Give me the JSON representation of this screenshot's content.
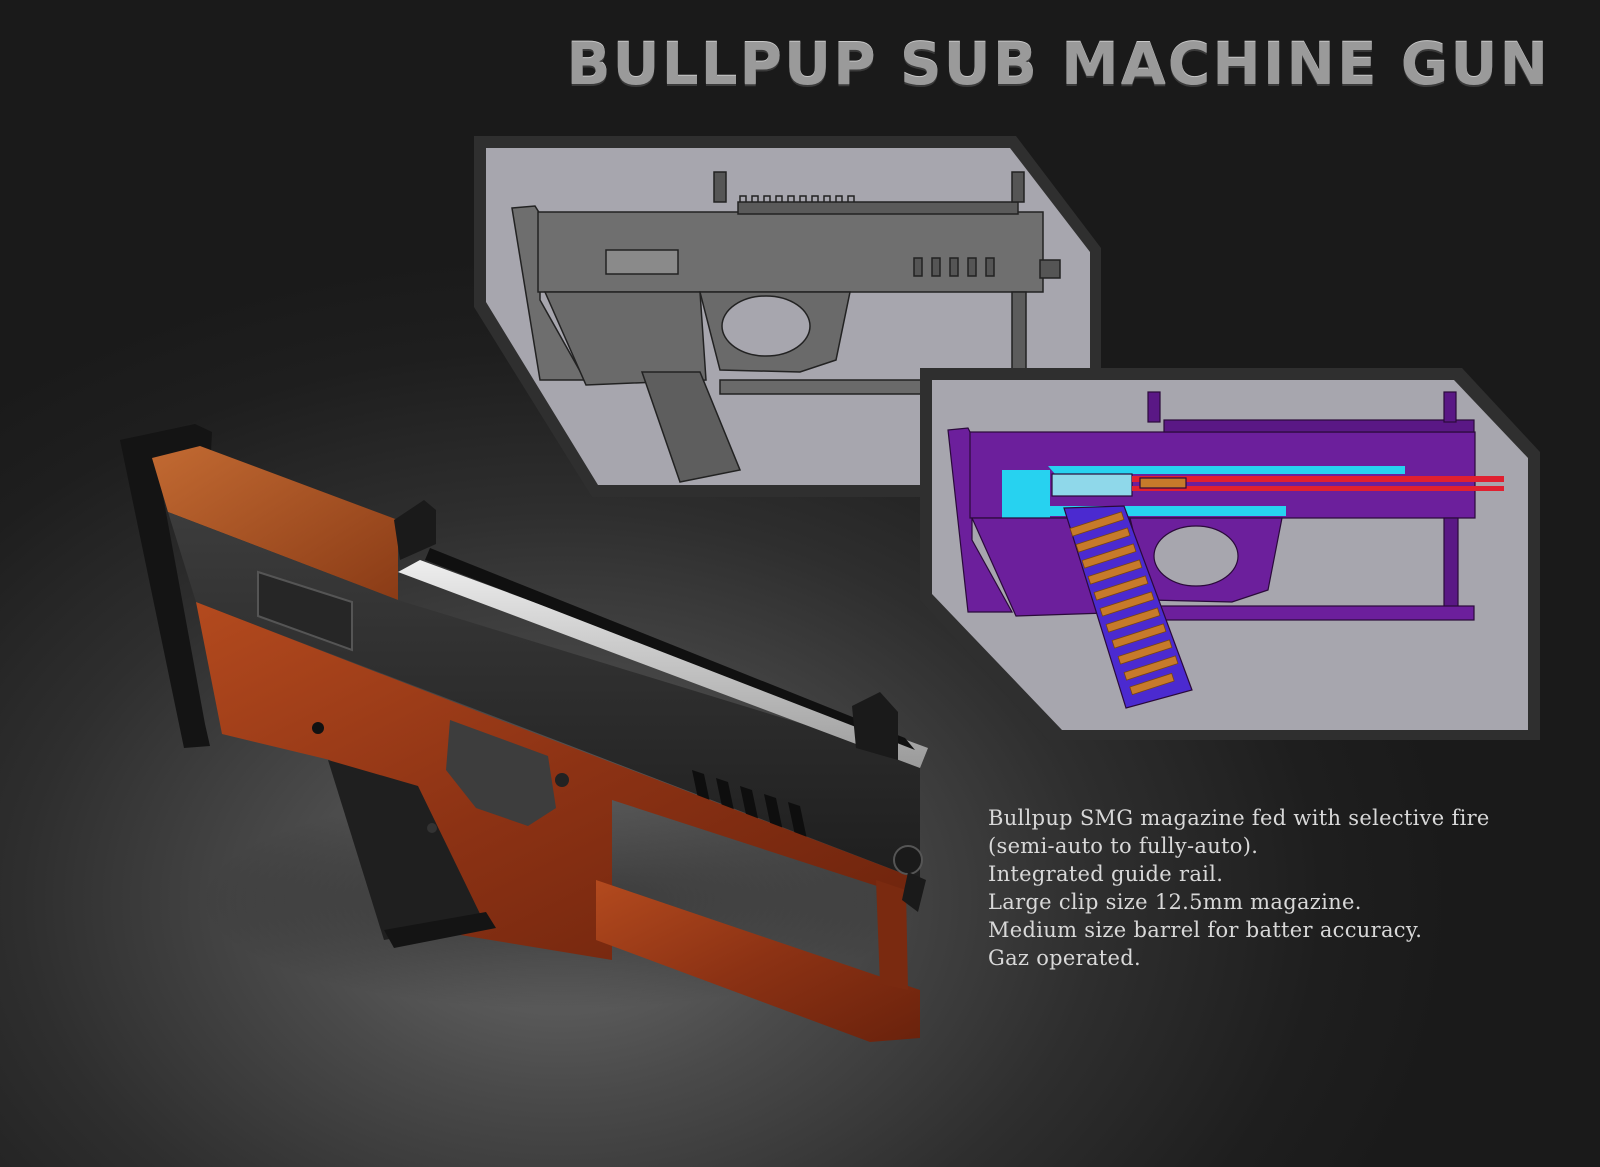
{
  "title": "BULLPUP SUB MACHINE GUN",
  "description": {
    "lines": [
      "Bullpup SMG magazine fed with selective fire",
      "(semi-auto to fully-auto).",
      "Integrated guide rail.",
      "Large clip size 12.5mm magazine.",
      "Medium size barrel for batter accuracy.",
      "Gaz operated."
    ]
  },
  "colors": {
    "background": "#1c1c1c",
    "title": "#9a9a9a",
    "panel_fill": "#a7a6ae",
    "panel_border": "#3c3c3c",
    "wood": "#9b3c1a",
    "metal": "#2a2a2a",
    "schematic_body": "#6c1f9c",
    "schematic_internals": "#27d2f0",
    "schematic_barrel": "#e02030",
    "rounds": "#c77a2a"
  }
}
